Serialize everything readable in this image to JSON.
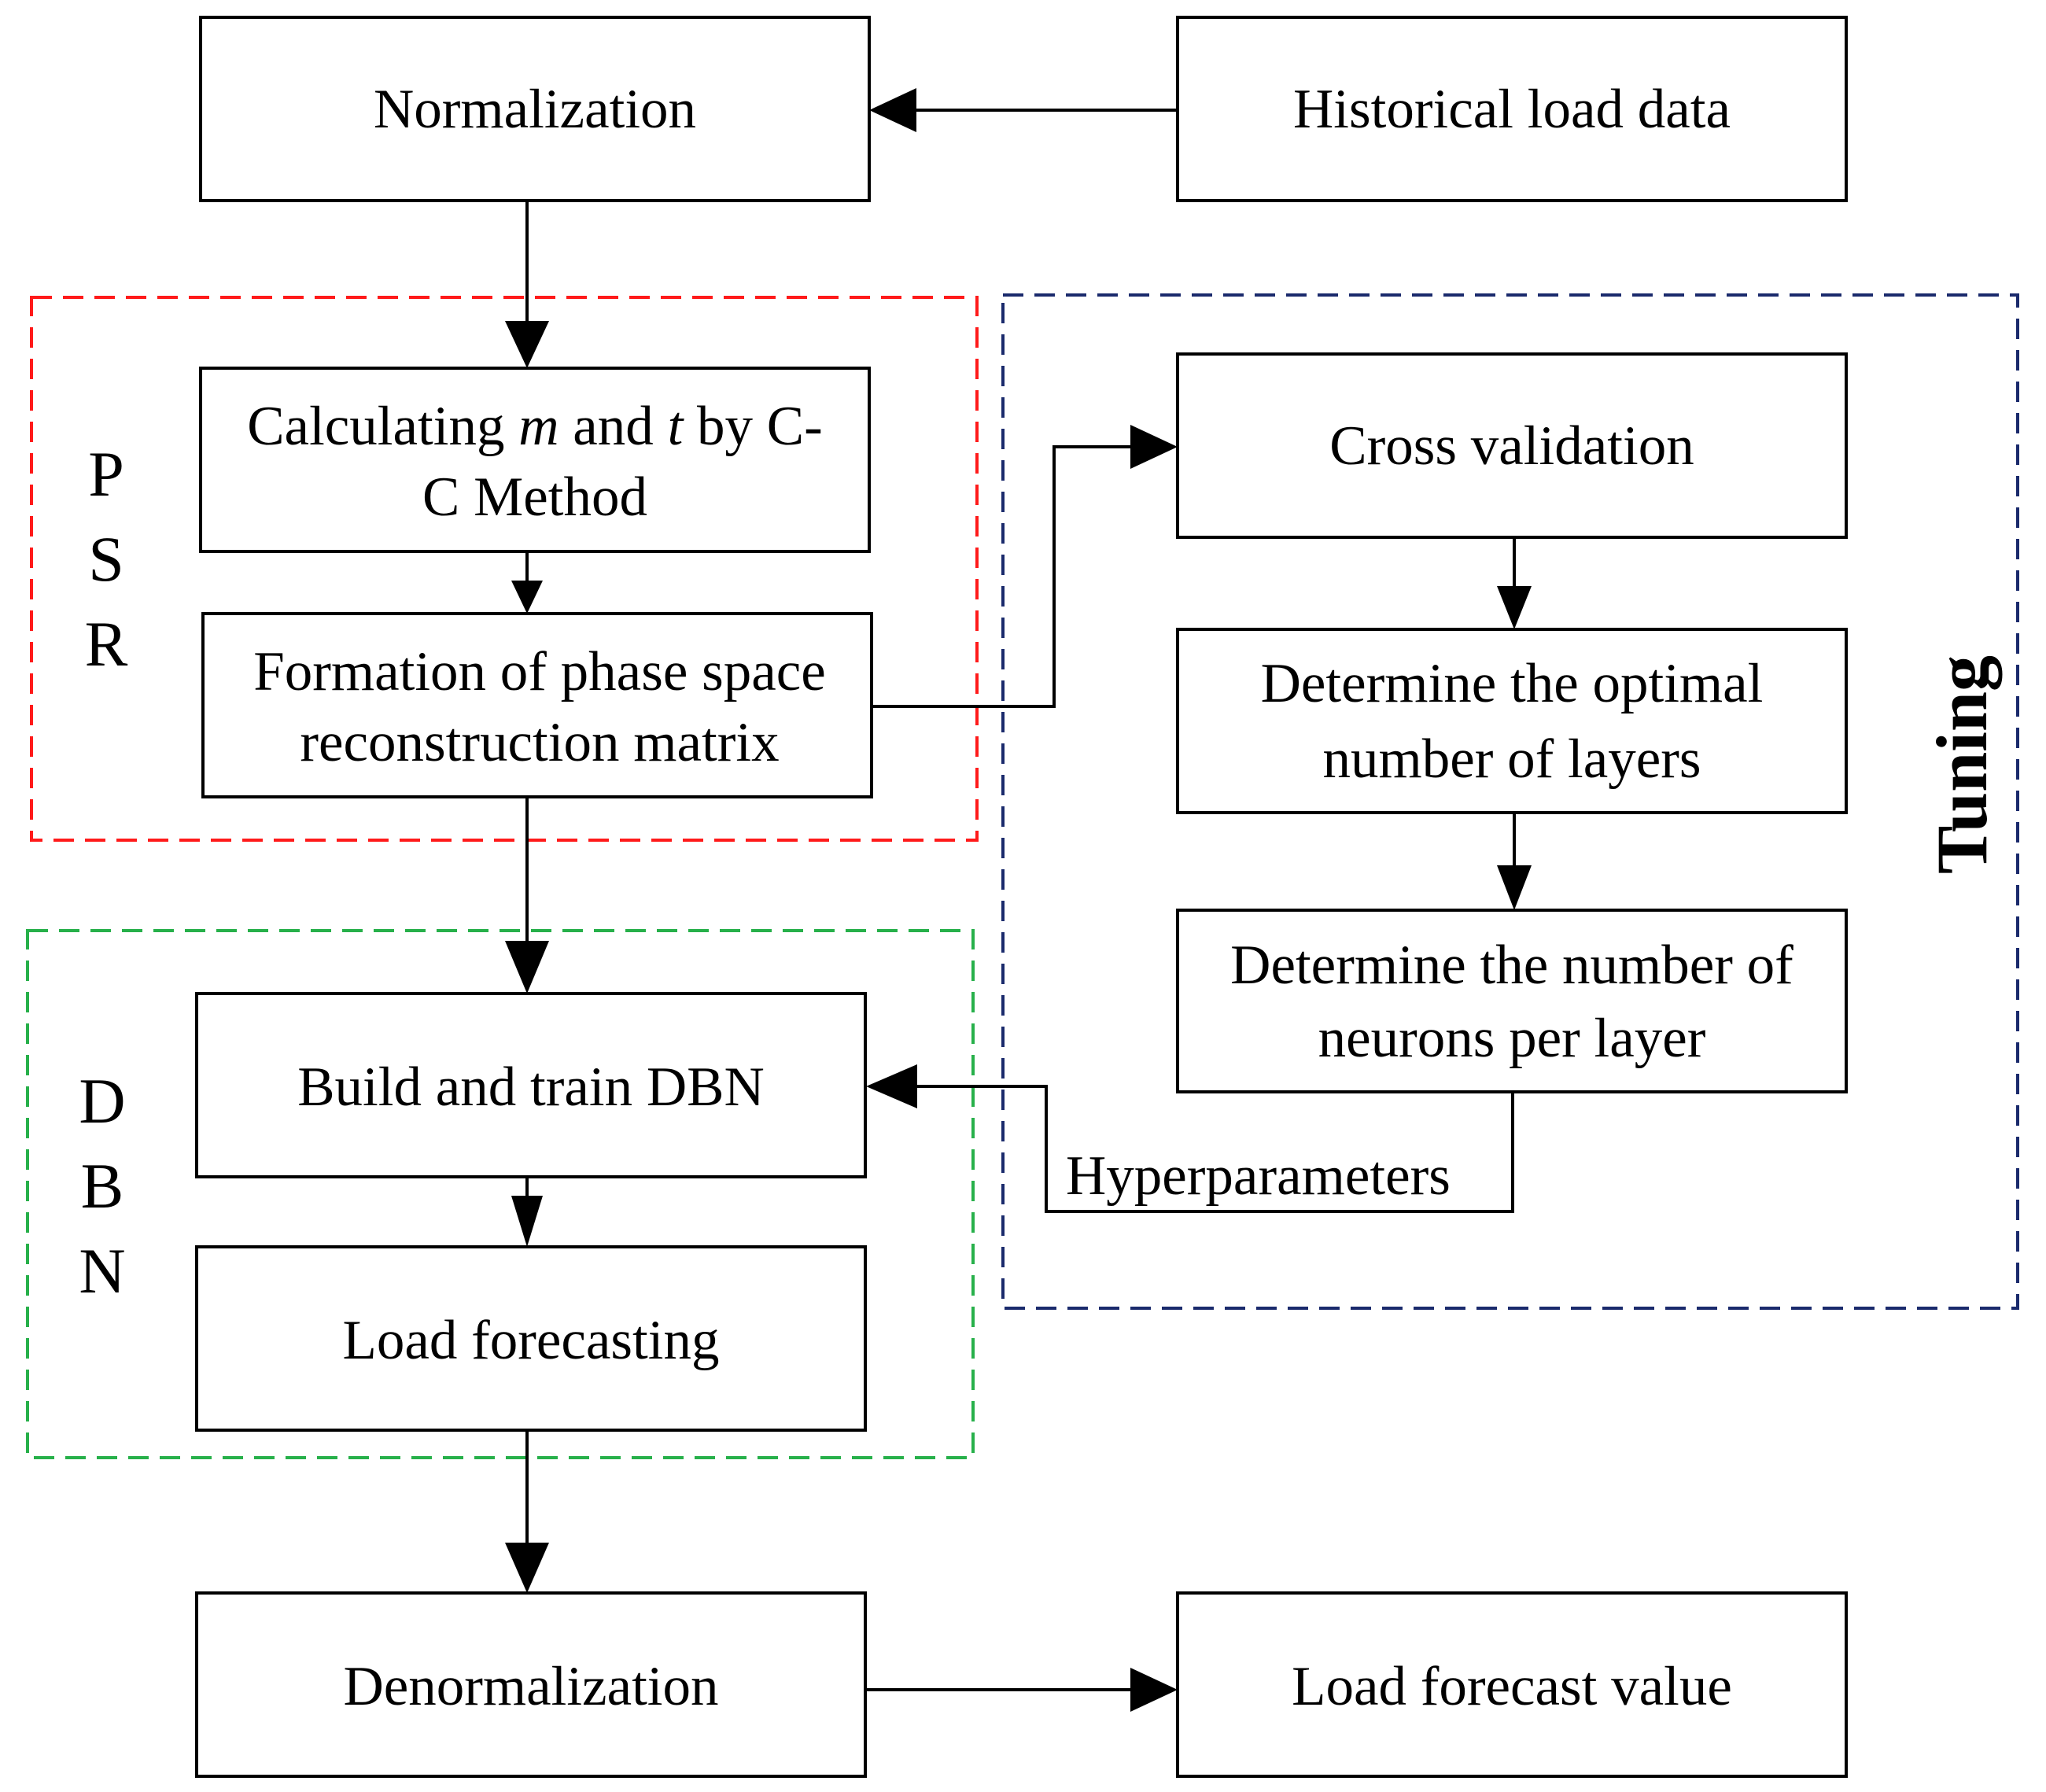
{
  "groups": {
    "psr": {
      "label": "PSR",
      "color": "#ff1a1a"
    },
    "dbn": {
      "label": "DBN",
      "color": "#27b04a"
    },
    "tuning": {
      "label": "Tuning",
      "color": "#1a2a6c"
    }
  },
  "boxes": {
    "normalization": {
      "text": "Normalization"
    },
    "historical": {
      "text": "Historical load data"
    },
    "calc": {
      "line1_pre": "Calculating ",
      "line1_m": "m",
      "line1_mid": " and ",
      "line1_t": "t",
      "line1_post": " by C-",
      "line2": "C Method"
    },
    "formation": {
      "line1": "Formation of phase space",
      "line2": "reconstruction matrix"
    },
    "cross": {
      "text": "Cross validation"
    },
    "layers": {
      "line1": "Determine the optimal",
      "line2": "number of layers"
    },
    "neurons": {
      "line1": "Determine the number of",
      "line2": "neurons per layer"
    },
    "build": {
      "text": "Build and train DBN"
    },
    "forecasting": {
      "text": "Load forecasting"
    },
    "denorm": {
      "text": "Denormalization"
    },
    "forecast_value": {
      "text": "Load forecast value"
    }
  },
  "edge_labels": {
    "hyperparameters": "Hyperparameters"
  }
}
